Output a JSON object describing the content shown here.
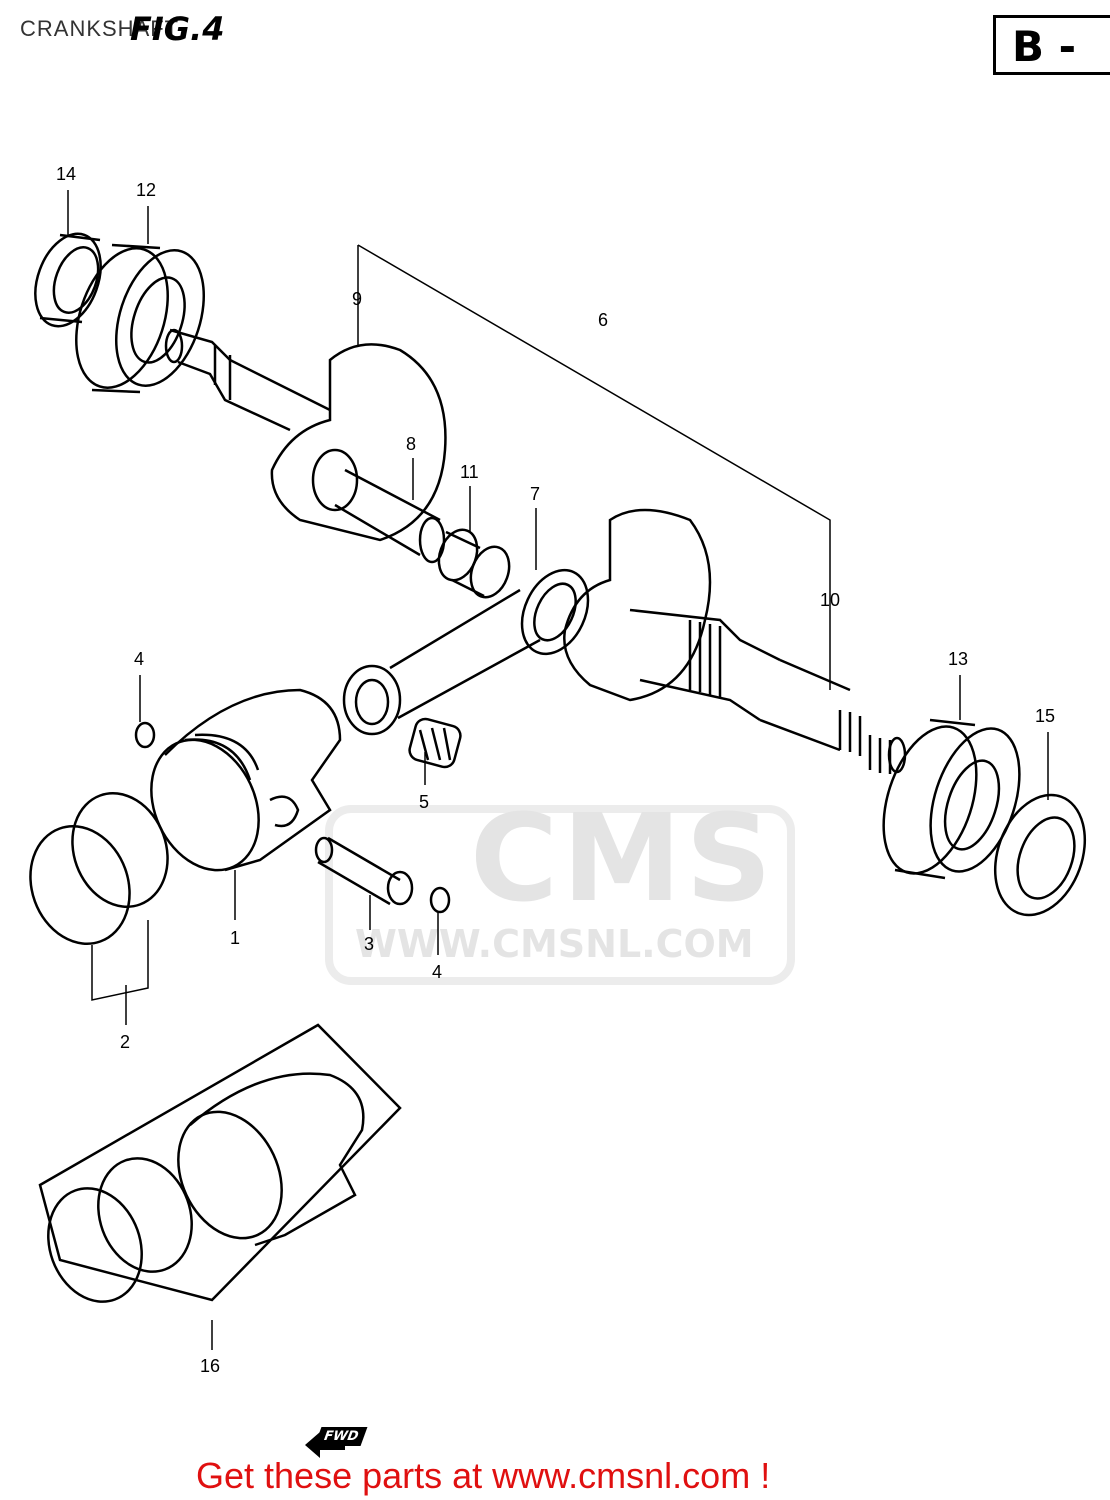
{
  "header": {
    "title": "CRANKSHAFT",
    "figure": "FIG.4",
    "badge": "B -"
  },
  "watermark": {
    "brand": "CMS",
    "url": "WWW.CMSNL.COM"
  },
  "direction_marker": "FWD",
  "footer": {
    "cta": "Get these parts at www.cmsnl.com !"
  },
  "callouts": [
    "14",
    "12",
    "9",
    "6",
    "8",
    "11",
    "7",
    "10",
    "13",
    "15",
    "4",
    "5",
    "1",
    "3",
    "4",
    "2",
    "16"
  ]
}
